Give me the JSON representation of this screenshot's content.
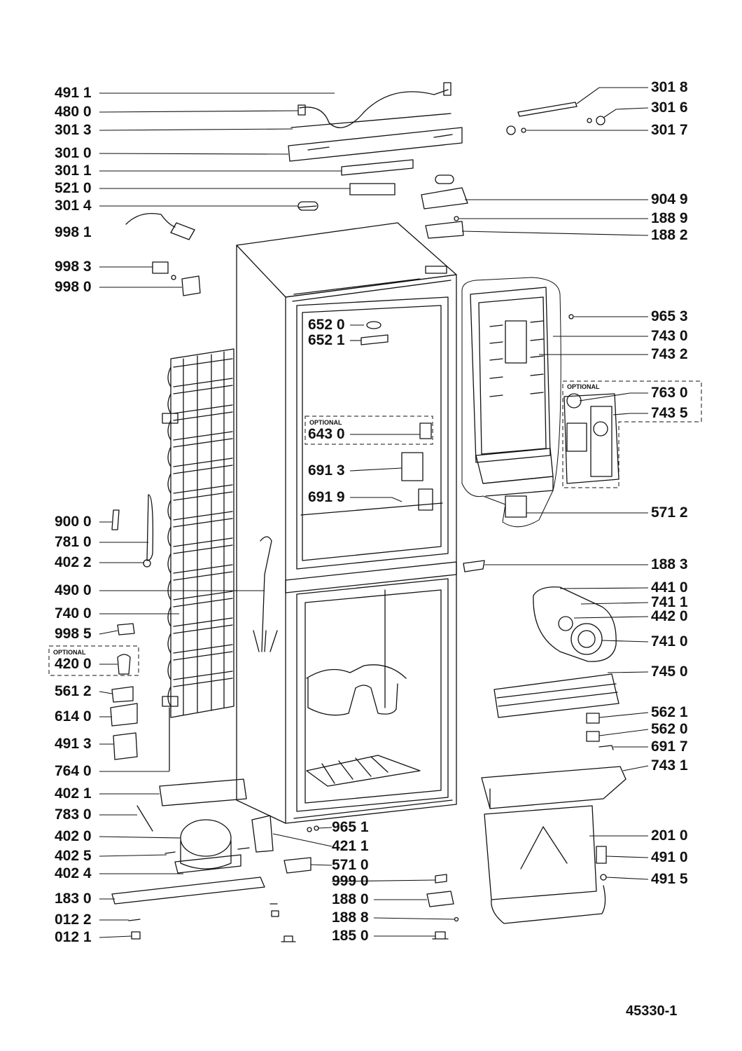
{
  "labels": {
    "l4911": "491 1",
    "l4800": "480 0",
    "l3013": "301 3",
    "l3010": "301 0",
    "l3011": "301 1",
    "l5210": "521 0",
    "l3014": "301 4",
    "l9981": "998 1",
    "l9983": "998 3",
    "l9980": "998 0",
    "l9000": "900 0",
    "l7810": "781 0",
    "l4022": "402 2",
    "l4900": "490 0",
    "l7400": "740 0",
    "l9985": "998 5",
    "l4200": "420 0",
    "l5612": "561 2",
    "l6140": "614 0",
    "l4913": "491 3",
    "l7640": "764 0",
    "l4021": "402 1",
    "l7830": "783 0",
    "l4020": "402 0",
    "l4025": "402 5",
    "l4024": "402 4",
    "l1830": "183 0",
    "l0122": "012 2",
    "l0121": "012 1",
    "m6520": "652 0",
    "m6521": "652 1",
    "m6430": "643 0",
    "m6913": "691 3",
    "m6919": "691 9",
    "m9651": "965 1",
    "m4211": "421 1",
    "m5710": "571 0",
    "m9990": "999 0",
    "m1880": "188 0",
    "m1888": "188 8",
    "m1850": "185 0",
    "r3018": "301 8",
    "r3016": "301 6",
    "r3017": "301 7",
    "r9049": "904 9",
    "r1889": "188 9",
    "r1882": "188 2",
    "r9653": "965 3",
    "r7430": "743 0",
    "r7432": "743 2",
    "r7630": "763 0",
    "r7435": "743 5",
    "r5712": "571 2",
    "r1883": "188 3",
    "r4410": "441 0",
    "r7411": "741 1",
    "r4420": "442 0",
    "r7410": "741 0",
    "r7450": "745 0",
    "r5621": "562 1",
    "r5620": "562 0",
    "r6917": "691 7",
    "r7431": "743 1",
    "r2010": "201 0",
    "r4910": "491 0",
    "r4915": "491 5"
  },
  "optional_tags": {
    "t643": "OPTIONAL",
    "t420": "OPTIONAL",
    "t763": "OPTIONAL"
  },
  "document_number": "45330-1"
}
